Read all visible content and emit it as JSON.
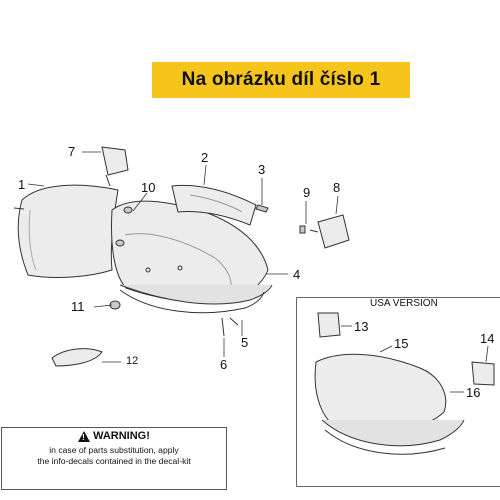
{
  "banner": {
    "text": "Na obrázku díl číslo 1"
  },
  "callouts": {
    "c1": "1",
    "c2": "2",
    "c3": "3",
    "c4": "4",
    "c5": "5",
    "c6": "6",
    "c7": "7",
    "c8": "8",
    "c9": "9",
    "c10": "10",
    "c11": "11",
    "c12": "12",
    "c13": "13",
    "c14": "14",
    "c15": "15",
    "c16": "16"
  },
  "usa_version": {
    "title": "USA VERSION"
  },
  "warning": {
    "title": "WARNING!",
    "line1": "in case of parts substitution, apply",
    "line2": "the info-decals contained in the decal-kit"
  },
  "colors": {
    "banner": "#f6c51c",
    "line": "#333333",
    "part_fill": "#ececec",
    "part_shade": "#c9c9c9"
  }
}
